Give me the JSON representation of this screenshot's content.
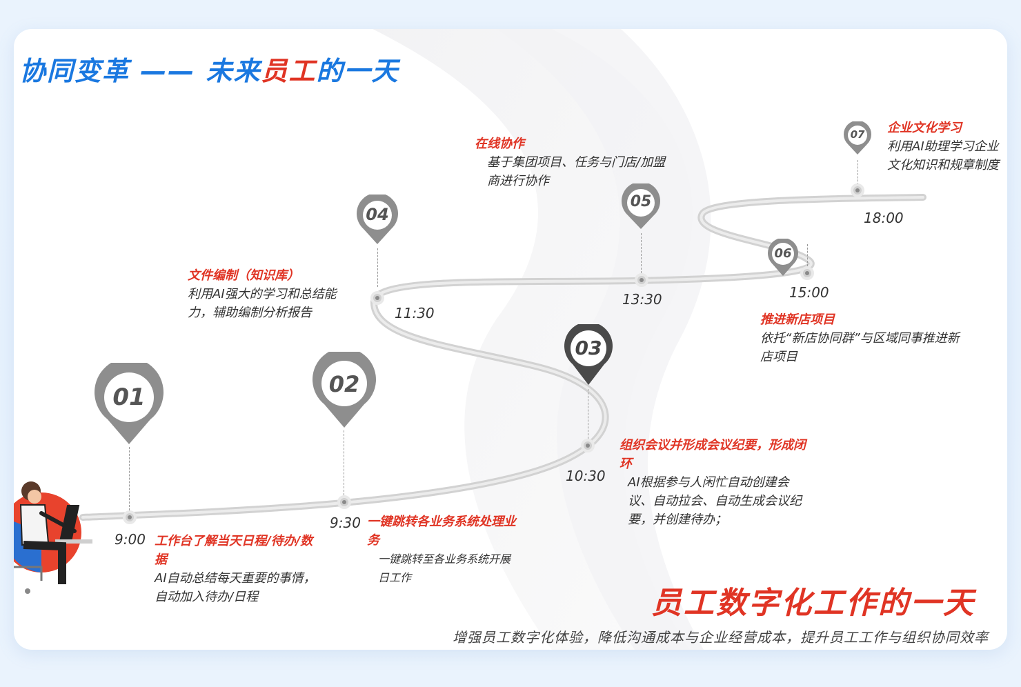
{
  "title": {
    "part1": "协同变革 —— 未来",
    "part2": "员工",
    "part3": "的一天"
  },
  "milestones": [
    {
      "num": "01",
      "time": "9:00",
      "heading": "工作台了解当天日程/待办/数据",
      "desc": "AI自动总结每天重要的事情，自动加入待办/日程"
    },
    {
      "num": "02",
      "time": "9:30",
      "heading": "一键跳转各业务系统处理业务",
      "desc": "一键跳转至各业务系统开展日工作"
    },
    {
      "num": "03",
      "time": "10:30",
      "heading": "组织会议并形成会议纪要，形成闭环",
      "desc": "AI根据参与人闲忙自动创建会议、自动拉会、自动生成会议纪要，并创建待办；"
    },
    {
      "num": "04",
      "time": "11:30",
      "heading": "文件编制（知识库）",
      "desc": "利用AI强大的学习和总结能力，辅助编制分析报告"
    },
    {
      "num": "05",
      "time": "13:30",
      "heading": "在线协作",
      "desc": "基于集团项目、任务与门店/加盟商进行协作"
    },
    {
      "num": "06",
      "time": "15:00",
      "heading": "推进新店项目",
      "desc": "依托“新店协同群”与区域同事推进新店项目"
    },
    {
      "num": "07",
      "time": "18:00",
      "heading": "企业文化学习",
      "desc": "利用AI助理学习企业文化知识和规章制度"
    }
  ],
  "summary": {
    "heading": "员工数字化工作的一天",
    "text": "增强员工数字化体验，降低沟通成本与企业经营成本，提升员工工作与组织协同效率"
  },
  "colors": {
    "accent_blue": "#1a78e0",
    "accent_red": "#e03424",
    "pin_gray": "#8e8e8e",
    "route_gray": "#cfcfcf"
  }
}
